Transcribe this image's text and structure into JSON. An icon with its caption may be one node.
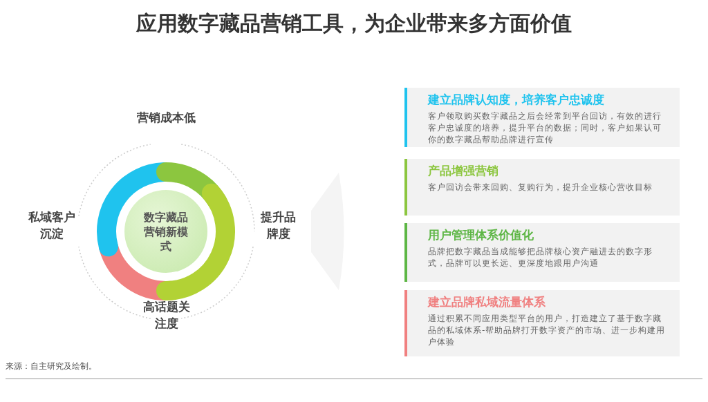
{
  "diagram": {
    "title": "应用数字藏品营销工具，为企业带来多方面价值",
    "nodes": [
      {
        "text": [
          "数字藏品营销新模式"
        ]
      },
      {
        "text": [
          "建立品牌认知度，培养客户忠诚度",
          "客户领取购买数字藏品之后会经常到平台回访，有效的进行客户忠诚度的培养，提升平台的数据；同时，客户如果认可你的数字藏品帮助品牌进行宣传"
        ]
      },
      {
        "text": [
          "产品增强营销",
          "客户回访会带来回购、复购行为，提升企业核心营收目标"
        ]
      },
      {
        "text": [
          "用户管理体系价值化",
          "品牌把数字藏品当成能够把品牌核心资产融进去的数字形式，品牌可以更长远、更深度地跟用户沟通"
        ]
      },
      {
        "text": [
          "建立品牌私域流量体系",
          "通过积累不同应用类型平台的用户，打造建立了基于数字藏品的私域体系-帮助品牌打开数字资产的市场、进一步构建用户体验"
        ]
      }
    ],
    "labels": [
      "营销成本低",
      "私域客户沉淀",
      "提升品牌度",
      "高话题关注度",
      "来源：自主研究及绘制。"
    ]
  }
}
